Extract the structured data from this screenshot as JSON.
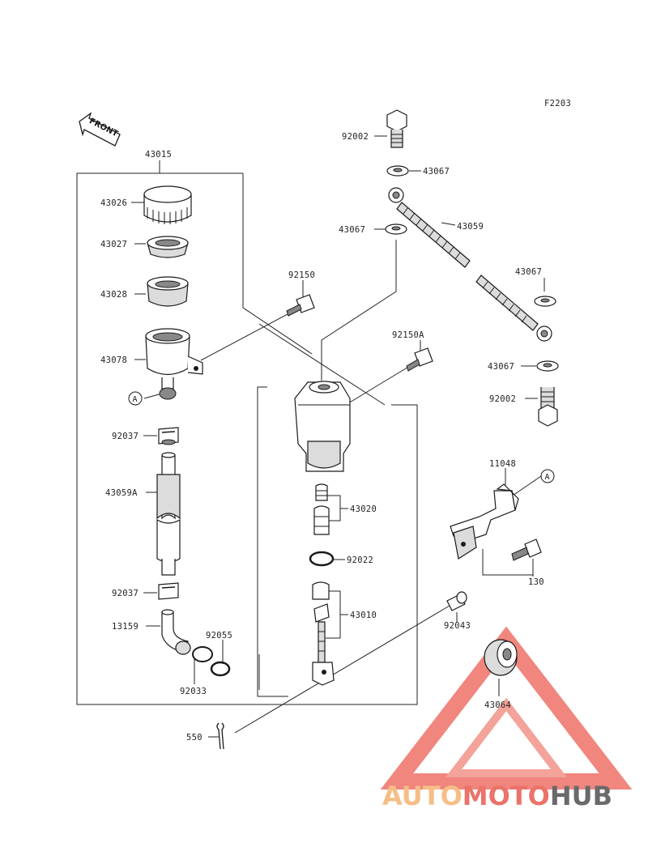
{
  "diagram_code": "F2203",
  "front_label": "FRONT",
  "callout_marker": "A",
  "parts": {
    "assembly": "43015",
    "cap": "43026",
    "diaphragm_plate": "43027",
    "diaphragm": "43028",
    "reservoir": "43078",
    "reservoir_bolt": "92150",
    "hose_clamp_top": "92037",
    "reservoir_hose": "43059A",
    "hose_clamp_bottom": "92037",
    "elbow_fitting": "13159",
    "circlip_small": "92033",
    "o_ring": "92055",
    "banjo_bolt_top": "92002",
    "washer_1": "43067",
    "washer_2": "43067",
    "brake_hose": "43059",
    "washer_3": "43067",
    "washer_4": "43067",
    "banjo_bolt_bottom": "92002",
    "mounting_bolt": "92150A",
    "piston_assembly": "43020",
    "circlip": "92022",
    "push_rod": "43010",
    "bracket": "11048",
    "bracket_bolt": "130",
    "pin": "92043",
    "cotter_pin": "550",
    "grommet": "43064"
  },
  "watermark": {
    "part1": "AUTO",
    "part2": "MOTO",
    "part3": "HUB",
    "color1": "#f5b87a",
    "color2": "#e8645a",
    "color3": "#5a5a5a"
  }
}
